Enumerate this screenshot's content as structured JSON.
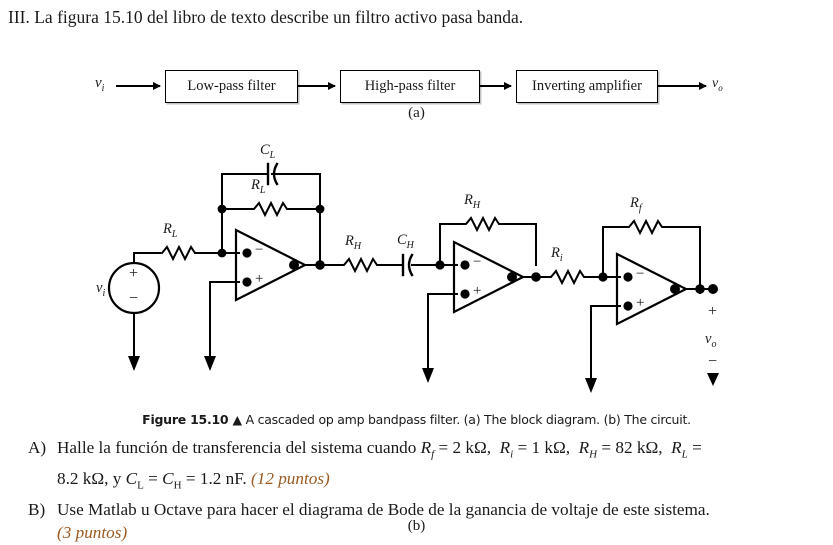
{
  "intro": {
    "text": "III. La figura 15.10 del libro de texto describe un filtro activo pasa banda."
  },
  "block_diagram": {
    "input_label": "v",
    "input_sub": "i",
    "output_label": "v",
    "output_sub": "o",
    "blocks": [
      {
        "label": "Low-pass filter"
      },
      {
        "label": "High-pass filter"
      },
      {
        "label": "Inverting amplifier"
      }
    ],
    "part_label": "(a)"
  },
  "circuit": {
    "part_label": "(b)",
    "components": [
      {
        "name": "C_L",
        "base": "C",
        "sub": "L"
      },
      {
        "name": "R_L_feedback",
        "base": "R",
        "sub": "L"
      },
      {
        "name": "R_L_input",
        "base": "R",
        "sub": "L"
      },
      {
        "name": "R_H_feedback",
        "base": "R",
        "sub": "H"
      },
      {
        "name": "R_H_series",
        "base": "R",
        "sub": "H"
      },
      {
        "name": "C_H",
        "base": "C",
        "sub": "H"
      },
      {
        "name": "R_i",
        "base": "R",
        "sub": "i"
      },
      {
        "name": "R_f",
        "base": "R",
        "sub": "f"
      }
    ],
    "source_label": "v",
    "source_sub": "i",
    "source_plus": "+",
    "source_minus": "−",
    "output_label": "v",
    "output_sub": "o",
    "output_plus": "+",
    "output_minus": "−",
    "opamp_minus": "−",
    "opamp_plus": "+"
  },
  "figure_caption": {
    "bold_part": "Figure 15.10",
    "triangle": "▲",
    "rest": " A cascaded op amp bandpass filter. (a) The block diagram. (b) The circuit."
  },
  "questions": [
    {
      "marker": "A)",
      "line1_pre": "Halle la función de transferencia del sistema cuando ",
      "values_line1": [
        {
          "base": "R",
          "sub": "f",
          "eq": " = 2 kΩ,"
        },
        {
          "base": "R",
          "sub": "i",
          "eq": " = 1 kΩ,"
        },
        {
          "base": "R",
          "sub": "H",
          "eq": " = 82 kΩ,"
        },
        {
          "base": "R",
          "sub": "L",
          "eq": " ="
        }
      ],
      "line2_pre": "8.2 kΩ,  y ",
      "line2_mid": [
        {
          "base": "C",
          "sub": "L",
          "eq": " = "
        },
        {
          "base": "C",
          "sub": "H",
          "eq": " = 1.2 nF.  "
        }
      ],
      "points": "(12 puntos)"
    },
    {
      "marker": "B)",
      "line1": "Use Matlab u Octave para hacer el diagrama de Bode de la ganancia de voltaje de este sistema.",
      "points": "(3 puntos)"
    }
  ],
  "colors": {
    "ink": "#1a1a1a",
    "points_accent": "#9a5a21",
    "wire": "#000000"
  }
}
